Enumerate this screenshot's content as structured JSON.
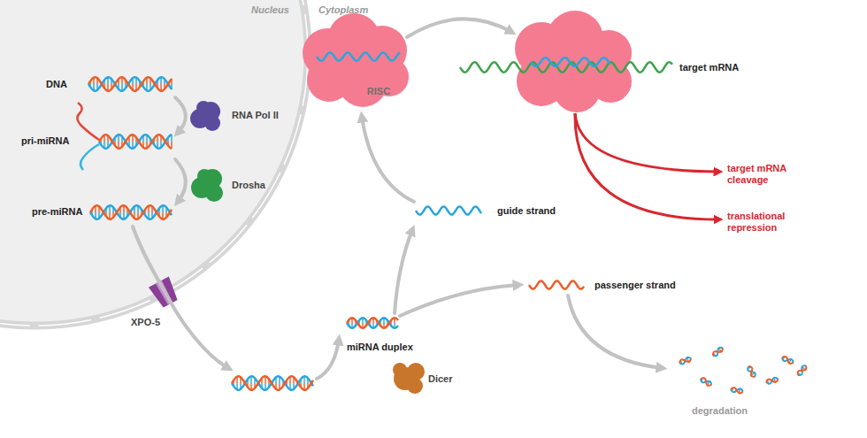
{
  "diagram": {
    "nodes": [
      {
        "text": [
          "Nucleus"
        ]
      },
      {
        "text": [
          "RISC"
        ]
      }
    ],
    "edges": [],
    "labels": [
      "Cytoplasm",
      "DNA",
      "RNA Pol II",
      "pri-miRNA",
      "Drosha",
      "pre-miRNA",
      "XPO-5",
      "miRNA duplex",
      "Dicer",
      "guide strand",
      "target mRNA",
      "target mRNA cleavage",
      "translational repression",
      "passenger strand",
      "degradation"
    ]
  }
}
